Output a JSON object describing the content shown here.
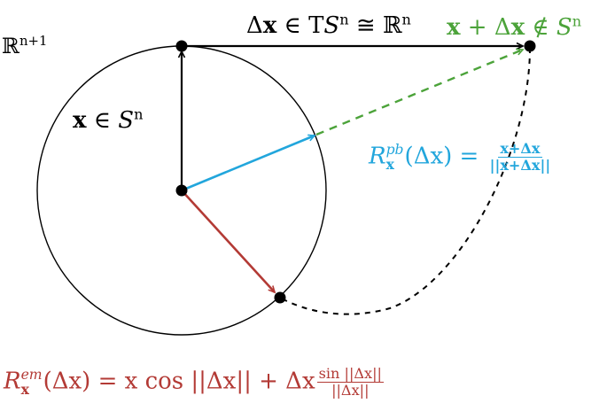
{
  "colors": {
    "ink": "#000000",
    "green": "#4ca33a",
    "blue": "#22a6dc",
    "red": "#b33a35"
  },
  "labels": {
    "ambient_space": {
      "base": "ℝ",
      "sup": "n+1"
    },
    "point_on_sphere": {
      "bold": "x",
      "rest": " ∈ ",
      "script": "S",
      "sup": "n"
    },
    "tangent": {
      "delta": "Δ",
      "bold": "x",
      "mid": " ∈ T",
      "script": "S",
      "sup1": "n",
      "iso": " ≅ ℝ",
      "sup2": "n"
    },
    "outside": {
      "bold1": "x",
      "plus": " + Δ",
      "bold2": "x",
      "notin": " ∉ ",
      "script": "S",
      "sup": "n"
    },
    "projection": {
      "R": "R",
      "sub": "x",
      "sup": "pb",
      "arg": "(Δx) = ",
      "num": "x+Δx",
      "den": "||x+Δx||"
    },
    "exponential": {
      "R": "R",
      "sub": "x",
      "sup": "em",
      "arg": "(Δx) = ",
      "term1": "x cos ||Δx|| + Δx",
      "num": "sin ||Δx||",
      "den": "||Δx||"
    }
  }
}
